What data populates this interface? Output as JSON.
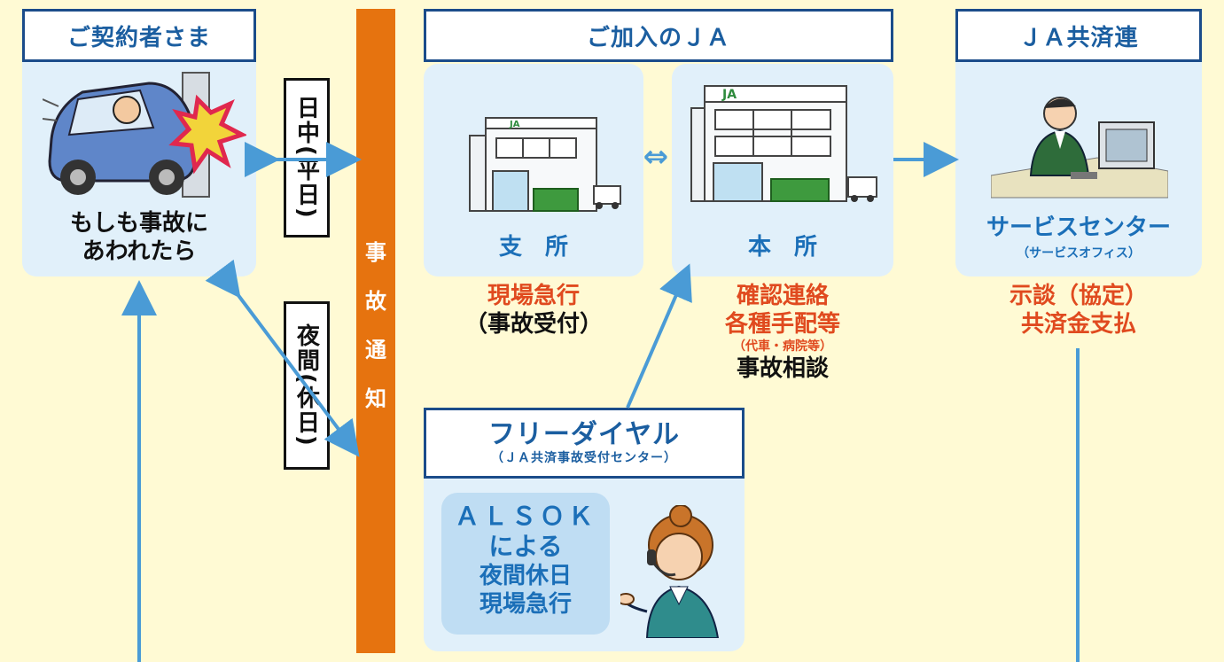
{
  "headers": {
    "customer": "ご契約者さま",
    "ja": "ご加入のＪＡ",
    "federation": "ＪＡ共済連"
  },
  "customer": {
    "caption_line1": "もしも事故に",
    "caption_line2": "あわれたら"
  },
  "daytime_label": "日中(平日)",
  "night_label": "夜間(休日)",
  "accident_notice": [
    "事",
    "故",
    "通",
    "知"
  ],
  "branch": {
    "name": "支　所",
    "action1": "現場急行",
    "action2": "（事故受付）"
  },
  "head_office": {
    "name": "本　所",
    "action1": "確認連絡",
    "action2": "各種手配等",
    "action_note": "（代車・病院等）",
    "action3": "事故相談"
  },
  "exchange_symbol": "⇔",
  "service_center": {
    "name": "サービスセンター",
    "sub": "（サービスオフィス）",
    "action1": "示談（協定）",
    "action2": "共済金支払"
  },
  "freedial": {
    "title": "フリーダイヤル",
    "subtitle": "（ＪＡ共済事故受付センター）",
    "alsok_line1": "ＡＬＳＯＫ",
    "alsok_line2": "による",
    "alsok_line3": "夜間休日",
    "alsok_line4": "現場急行"
  },
  "colors": {
    "background": "#FFFAD4",
    "card": "#E1F0FA",
    "header_border": "#1B4C8A",
    "accent_blue": "#1B6FB8",
    "orange": "#E6730F",
    "red": "#E04A1F",
    "arrow": "#4A9BD6"
  }
}
